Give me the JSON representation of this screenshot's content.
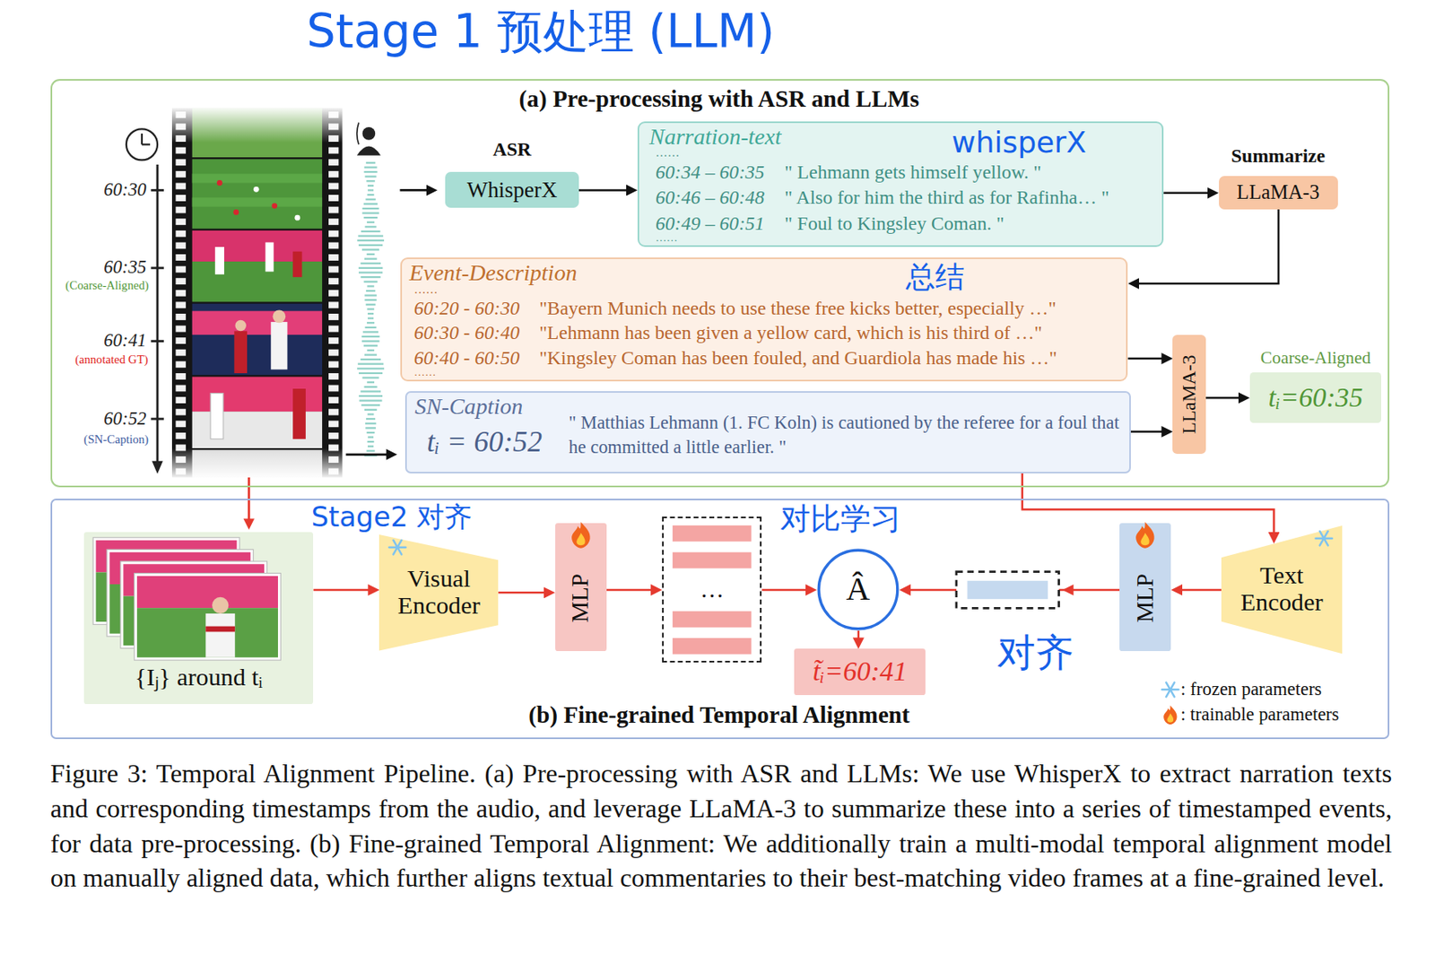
{
  "diagram": {
    "caption": "Figure 3: Temporal Alignment Pipeline. (a) Pre-processing with ASR and LLMs: We use WhisperX to extract narration texts and corresponding timestamps from the audio, and leverage LLaMA-3 to summarize these into a series of timestamped events, for data pre-processing. (b) Fine-grained Temporal Alignment: We additionally train a multi-modal temporal alignment model on manually aligned data, which further aligns textual commentaries to their best-matching video frames at a fine-grained level.",
    "nodes": [
      {
        "text": [
          "(a) Pre-processing with ASR and LLMs"
        ]
      },
      {
        "text": [
          "ASR",
          "WhisperX"
        ],
        "in": 0
      },
      {
        "text": [
          "Narration-text",
          "……",
          "60:34 – 60:35",
          "\" Lehmann gets himself yellow. \"",
          "60:46 – 60:48",
          "\" Also for him the third as for Rafinha… \"",
          "60:49 – 60:51",
          "\" Foul to Kingsley Coman. \"",
          "……"
        ],
        "in": 0
      },
      {
        "text": [
          "Summarize",
          "LLaMA-3"
        ],
        "in": 0
      },
      {
        "text": [
          "Event-Description",
          "……",
          "60:20 - 60:30",
          "\"Bayern Munich needs to use these free kicks better, especially …\"",
          "60:30 - 60:40",
          "\"Lehmann has been given a yellow card, which is his third of …\"",
          "60:40 - 60:50",
          "\"Kingsley Coman has been fouled, and Guardiola has made his …\"",
          "……"
        ],
        "in": 0
      },
      {
        "text": [
          "SN-Caption",
          "tᵢ = 60:52",
          "\" Matthias Lehmann (1. FC Koln) is cautioned by the referee for a foul that he committed a little earlier. \""
        ],
        "in": 0
      },
      {
        "text": [
          "LLaMA-3"
        ],
        "in": 0
      },
      {
        "text": [
          "Coarse-Aligned",
          "tᵢ=60:35"
        ],
        "in": 0
      },
      {
        "text": [
          "(b) Fine-grained Temporal Alignment"
        ]
      },
      {
        "text": [
          "{Iⱼ} around tᵢ"
        ],
        "in": 8
      },
      {
        "text": [
          "Visual Encoder"
        ],
        "in": 8
      },
      {
        "text": [
          "MLP"
        ],
        "in": 8
      },
      {
        "text": [
          "…"
        ],
        "in": 8
      },
      {
        "text": [
          "Â"
        ],
        "in": 8
      },
      {
        "text": [
          "t̃ᵢ=60:41"
        ],
        "in": 8
      },
      {
        "text": [
          "MLP"
        ],
        "in": 8
      },
      {
        "text": [
          "Text Encoder"
        ],
        "in": 8
      }
    ],
    "edges": [
      {
        "from": 1,
        "to": 2,
        "arrow": "to"
      },
      {
        "from": 2,
        "to": 3,
        "arrow": "to"
      },
      {
        "from": 3,
        "to": 4,
        "arrow": "to"
      },
      {
        "from": 4,
        "to": 6,
        "arrow": "to"
      },
      {
        "from": 5,
        "to": 6,
        "arrow": "to"
      },
      {
        "from": 6,
        "to": 7,
        "arrow": "to"
      },
      {
        "from": 5,
        "to": 16,
        "arrow": "to"
      },
      {
        "from": 9,
        "to": 10,
        "arrow": "to"
      },
      {
        "from": 10,
        "to": 11,
        "arrow": "to"
      },
      {
        "from": 11,
        "to": 12,
        "arrow": "to"
      },
      {
        "from": 12,
        "to": 13,
        "arrow": "to"
      },
      {
        "from": 13,
        "to": 14,
        "arrow": "to"
      },
      {
        "from": 16,
        "to": 15,
        "arrow": "to"
      },
      {
        "from": 15,
        "to": 13,
        "arrow": "to"
      }
    ],
    "labels": [
      "Stage 1 预处理 (LLM)",
      "whisperX",
      "60:30",
      "60:35",
      "(Coarse-Aligned)",
      "总结",
      "60:41",
      "(annotated GT)",
      "60:52",
      "(SN-Caption)",
      "Stage2 对齐",
      "对比学习",
      "对齐"
    ],
    "legend": [
      {
        "text": ": frozen parameters"
      },
      {
        "text": ": trainable parameters"
      }
    ]
  }
}
